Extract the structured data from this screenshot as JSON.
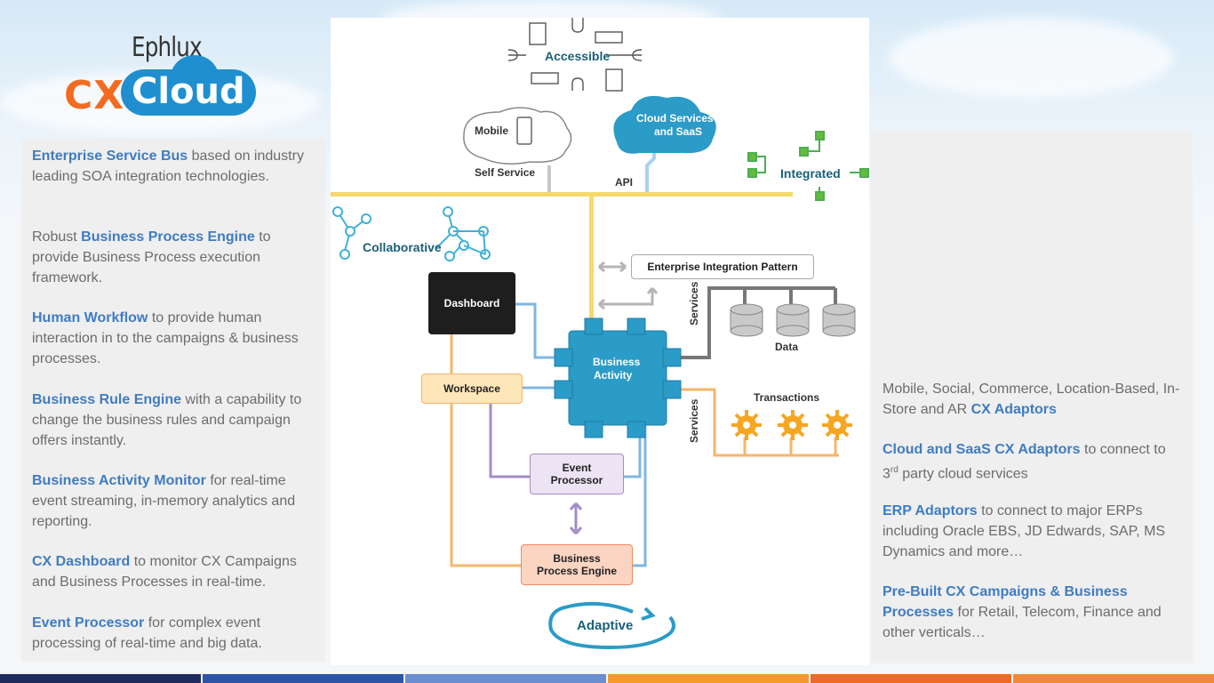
{
  "logo": {
    "top": "Ephlux",
    "cx": "CX",
    "cloud": "Cloud"
  },
  "left": [
    {
      "highlight_prefix": "",
      "highlight": "Enterprise Service Bus",
      "text": " based on industry leading SOA integration technologies."
    },
    {
      "highlight_prefix": "Robust ",
      "highlight": "Business Process Engine",
      "text": " to provide Business  Process execution framework."
    },
    {
      "highlight_prefix": "",
      "highlight": "Human Workflow",
      "text": " to provide human interaction in to the campaigns  & business processes."
    },
    {
      "highlight_prefix": "",
      "highlight": "Business Rule Engine",
      "text": " with a capability to change the business rules and campaign offers instantly."
    },
    {
      "highlight_prefix": "",
      "highlight": "Business Activity Monitor",
      "text": " for real-time event streaming, in-memory analytics and reporting."
    },
    {
      "highlight_prefix": "",
      "highlight": "CX Dashboard",
      "text": " to monitor CX Campaigns and Business  Processes in real-time."
    },
    {
      "highlight_prefix": "",
      "highlight": "Event Processor",
      "text": " for complex event processing of real-time and big data."
    }
  ],
  "right": [
    {
      "text": "Mobile, Social, Commerce, Location-Based, In-Store and AR ",
      "highlight": "CX Adaptors",
      "suffix": ""
    },
    {
      "text": "",
      "highlight": "Cloud and SaaS CX Adaptors",
      "suffix": " to connect to 3",
      "sup": "rd",
      "after": " party cloud services"
    },
    {
      "text": "",
      "highlight": "ERP Adaptors",
      "suffix": " to connect to major ERPs including Oracle EBS, JD Edwards, SAP, MS Dynamics and more…"
    },
    {
      "text": "",
      "highlight": "Pre-Built CX Campaigns & Business Processes",
      "suffix": " for Retail, Telecom, Finance and other verticals…"
    }
  ],
  "diagram": {
    "accessible": "Accessible",
    "mobile": "Mobile",
    "self_service": "Self Service",
    "cloud_services": "Cloud Services",
    "and_saas": "and SaaS",
    "api": "API",
    "integrated": "Integrated",
    "collaborative": "Collaborative",
    "eip": "Enterprise Integration Pattern",
    "dashboard": "Dashboard",
    "services_top": "Services",
    "data": "Data",
    "business": "Business",
    "activity": "Activity",
    "workspace": "Workspace",
    "transactions": "Transactions",
    "services_bottom": "Services",
    "event": "Event",
    "processor": "Processor",
    "bpe_1": "Business",
    "bpe_2": "Process Engine",
    "adaptive": "Adaptive"
  },
  "colors": {
    "yellow": "#f5d96b",
    "blue_line": "#7fb6e0",
    "orange_line": "#f5b66b",
    "purple_line": "#a48dc5",
    "highlight": "#3f7cc3",
    "teal": "#2b9bc7"
  }
}
